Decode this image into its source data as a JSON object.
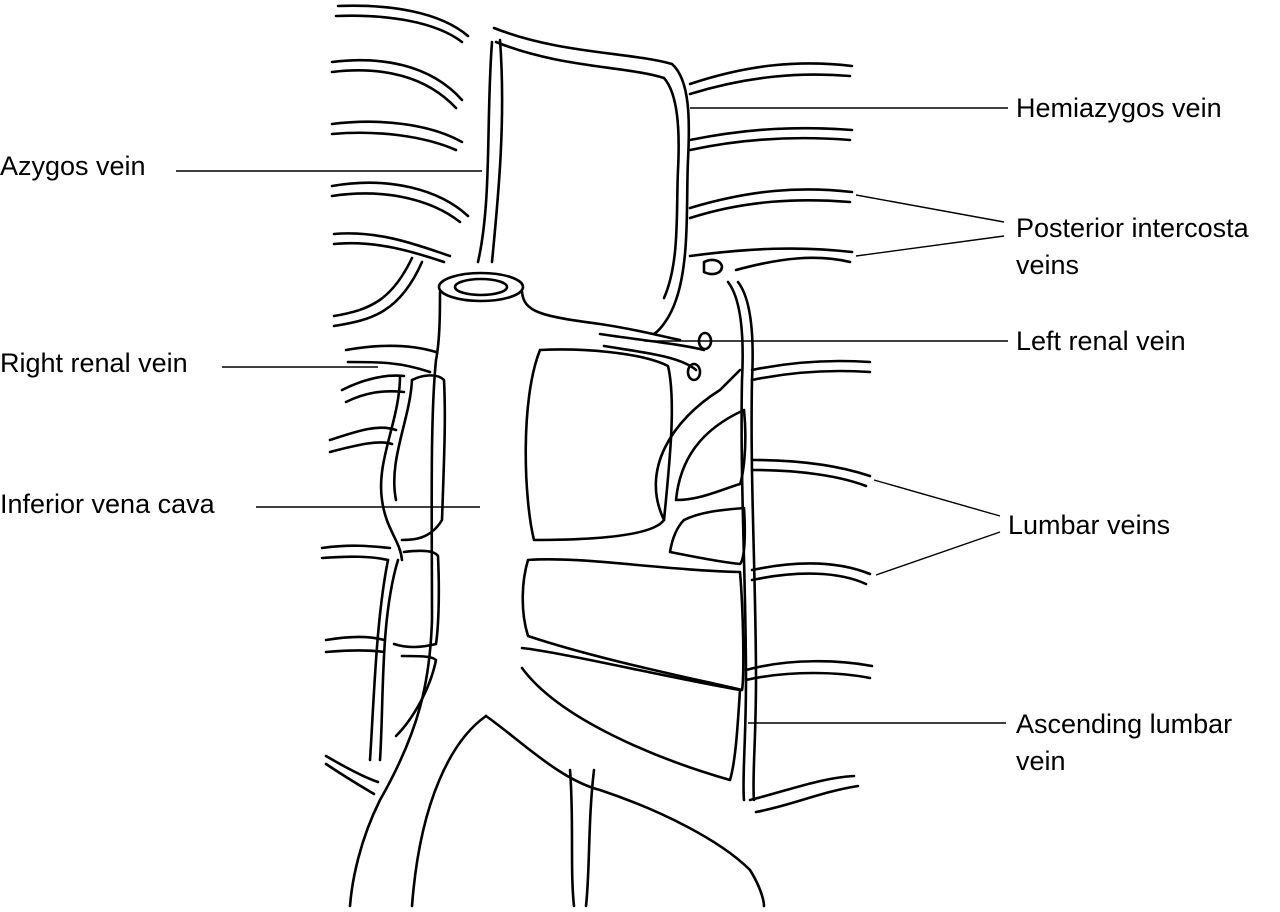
{
  "labels": {
    "hemiazygos": "Hemiazygos vein",
    "azygos": "Azygos vein",
    "posterior_intercostal": [
      "Posterior intercosta",
      "veins"
    ],
    "left_renal": "Left renal vein",
    "right_renal": "Right renal vein",
    "ivc": "Inferior vena cava",
    "lumbar": "Lumbar veins",
    "ascending_lumbar": [
      "Ascending lumbar",
      "vein"
    ]
  },
  "colors": {
    "line": "#000000",
    "background": "#ffffff"
  }
}
